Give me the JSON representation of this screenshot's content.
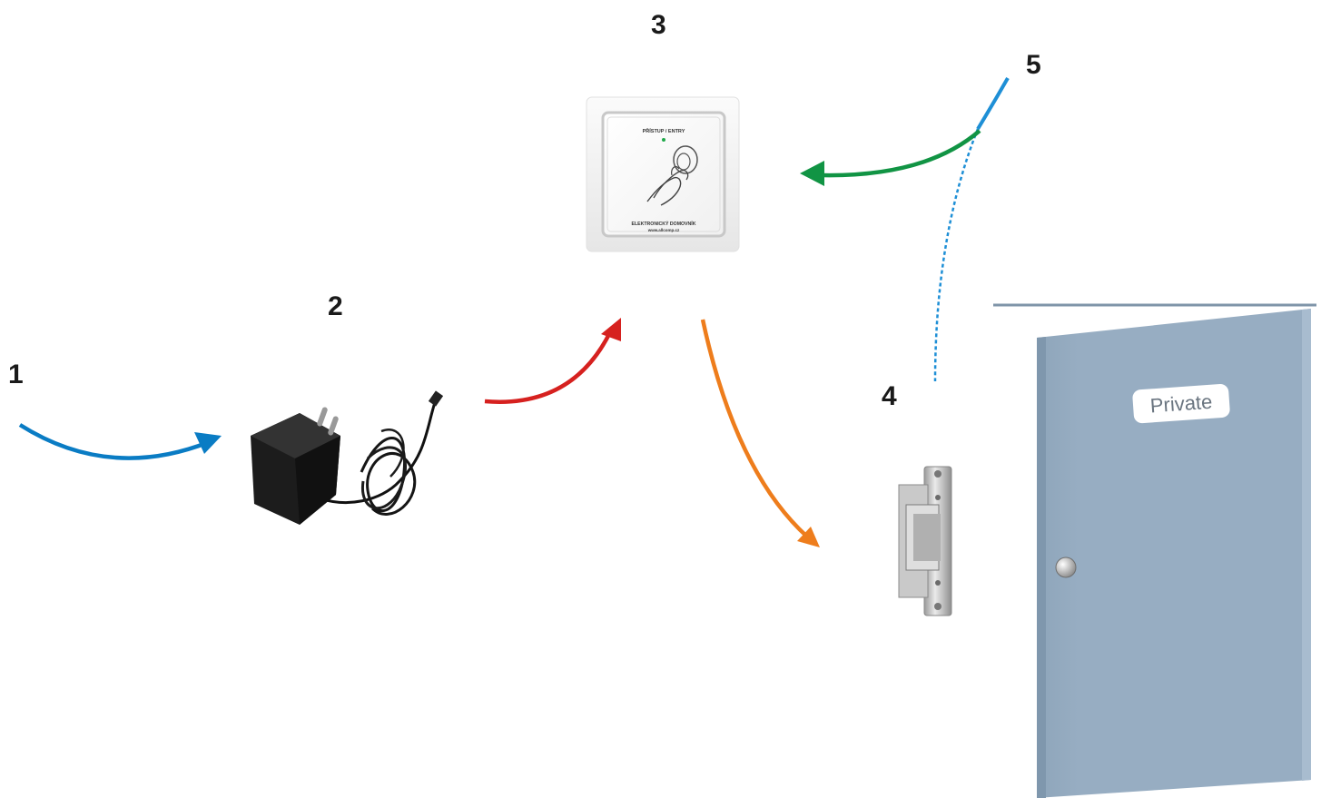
{
  "labels": {
    "n1": "1",
    "n2": "2",
    "n3": "3",
    "n4": "4",
    "n5": "5"
  },
  "reader": {
    "top_text": "PŘÍSTUP / ENTRY",
    "bottom_text": "ELEKTRONICKÝ DOMOVNÍK",
    "url_text": "www.allcomp.cz"
  },
  "door": {
    "sign_text": "Private"
  },
  "colors": {
    "arrow_1": "#0a7cc4",
    "arrow_2": "#d6211f",
    "arrow_3": "#ee7d1c",
    "arrow_5": "#119444",
    "cable_5": "#1e8fd6",
    "door": "#97adc2"
  }
}
